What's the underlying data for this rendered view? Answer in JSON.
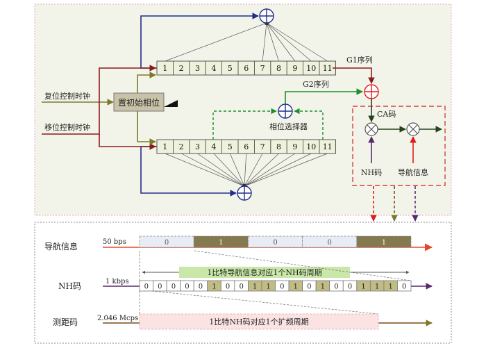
{
  "upper": {
    "g1_cells": [
      "1",
      "2",
      "3",
      "4",
      "5",
      "6",
      "7",
      "8",
      "9",
      "10",
      "11"
    ],
    "g2_cells": [
      "1",
      "2",
      "3",
      "4",
      "5",
      "6",
      "7",
      "8",
      "9",
      "10",
      "11"
    ],
    "label_reset_clock": "复位控制时钟",
    "label_shift_clock": "移位控制时钟",
    "label_init_phase": "置初始相位",
    "label_g1": "G1序列",
    "label_g2": "G2序列",
    "label_phase_selector": "相位选择器",
    "label_ca": "CA码",
    "label_nh": "NH码",
    "label_nav": "导航信息"
  },
  "lower": {
    "nav": {
      "label": "导航信息",
      "rate": "50 bps",
      "bits": [
        "0",
        "1",
        "0",
        "0",
        "1"
      ]
    },
    "nh": {
      "label": "NH码",
      "rate": "1 kbps",
      "bits": [
        "0",
        "0",
        "0",
        "0",
        "0",
        "1",
        "0",
        "0",
        "1",
        "1",
        "0",
        "1",
        "0",
        "1",
        "0",
        "0",
        "1",
        "1",
        "1",
        "0"
      ],
      "note": "1比特导航信息对应1个NH码周期"
    },
    "ranging": {
      "label": "测距码",
      "rate": "2.046 Mcps",
      "note": "1比特NH码对应1个扩频周期"
    }
  },
  "colors": {
    "upper_bg": "#f3f4e9",
    "upper_border": "#e5a9bd",
    "cell_fill": "#eef2dd",
    "nav_dark": "#857a4f",
    "nav_light": "#e8ecf4",
    "nh_one": "#c1bc84",
    "nav_arrow": "#e24a2e",
    "blue_arrow": "#1f2e8a",
    "dark_red": "#8b1a1a",
    "olive": "#7c7a2a",
    "green": "#1c8f2a",
    "dark_green": "#27421f",
    "purple": "#5a2b6a",
    "red": "#e31a1a",
    "ca_box": "#d84040",
    "note_green": "#c9e7a8",
    "note_pink": "#fbe3e3"
  }
}
